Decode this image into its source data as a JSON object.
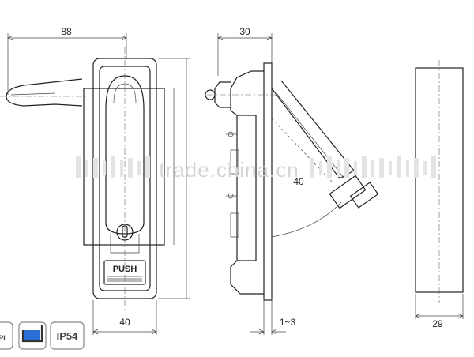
{
  "dimensions": {
    "front_width_top": "88",
    "front_width_bottom": "40",
    "side_depth": "30",
    "panel_thickness": "1~3",
    "swing_angle": "40",
    "body_width": "29"
  },
  "labels": {
    "push": "PUSH"
  },
  "watermark": "trade.china.cn",
  "badges": [
    {
      "text": "PL",
      "name": "material-badge"
    },
    {
      "text": "",
      "name": "mounting-badge"
    },
    {
      "text": "IP54",
      "name": "ip-rating-badge"
    }
  ],
  "colors": {
    "line": "#222222",
    "badge_blue": "#2a6fd6",
    "watermark": "#d6d6d6"
  }
}
